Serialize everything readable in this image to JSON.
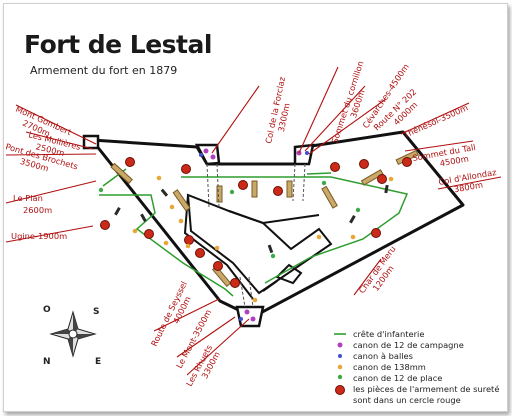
{
  "title": "Fort de Lestal",
  "subtitle": "Armement du fort en 1879",
  "colors": {
    "wall": "#111111",
    "label": "#b01010",
    "crest": "#2e9e2e",
    "cannon_red": "#cc2a18",
    "field_gun": "#b040c0",
    "mitrailleuse": "#4050d0",
    "cannon_138": "#e8a838",
    "cannon_place": "#40a848"
  },
  "bearings": [
    {
      "name": "Mont Gombert",
      "dist": "2700m"
    },
    {
      "name": "Les Mollières",
      "dist": "2500m"
    },
    {
      "name": "Pont des Brochets",
      "dist": "3500m"
    },
    {
      "name": "Le Plan",
      "dist": "2600m"
    },
    {
      "name": "Ugine-1900m",
      "dist": ""
    },
    {
      "name": "Col de la Forclaz",
      "dist": "3300m"
    },
    {
      "name": "Sommet du cornillon",
      "dist": "3600m"
    },
    {
      "name": "Cévarches-4500m",
      "dist": ""
    },
    {
      "name": "Route N° 202",
      "dist": "4000m"
    },
    {
      "name": "Thénésol-3500m",
      "dist": ""
    },
    {
      "name": "Sommet du Tall",
      "dist": "4500m"
    },
    {
      "name": "Col d'Allondaz",
      "dist": "3800m"
    },
    {
      "name": "Char de Meru",
      "dist": "1200m"
    },
    {
      "name": "Route de Seyssel",
      "dist": "4000m"
    },
    {
      "name": "Le Mont-3500m",
      "dist": ""
    },
    {
      "name": "Les Rhuets",
      "dist": "3300m"
    }
  ],
  "compass": {
    "n": "N",
    "s": "S",
    "e": "E",
    "o": "O"
  },
  "legend": [
    {
      "key": "crest",
      "label": "crête d'infanterie"
    },
    {
      "key": "field",
      "label": "canon de 12 de campagne"
    },
    {
      "key": "mitra",
      "label": "canon à balles"
    },
    {
      "key": "c138",
      "label": "canon de 138mm"
    },
    {
      "key": "place",
      "label": "canon de 12 de place"
    },
    {
      "key": "surete",
      "label": "les pièces de l'armement de sureté"
    },
    {
      "key": "surete2",
      "label": "sont dans un cercle rouge"
    }
  ]
}
